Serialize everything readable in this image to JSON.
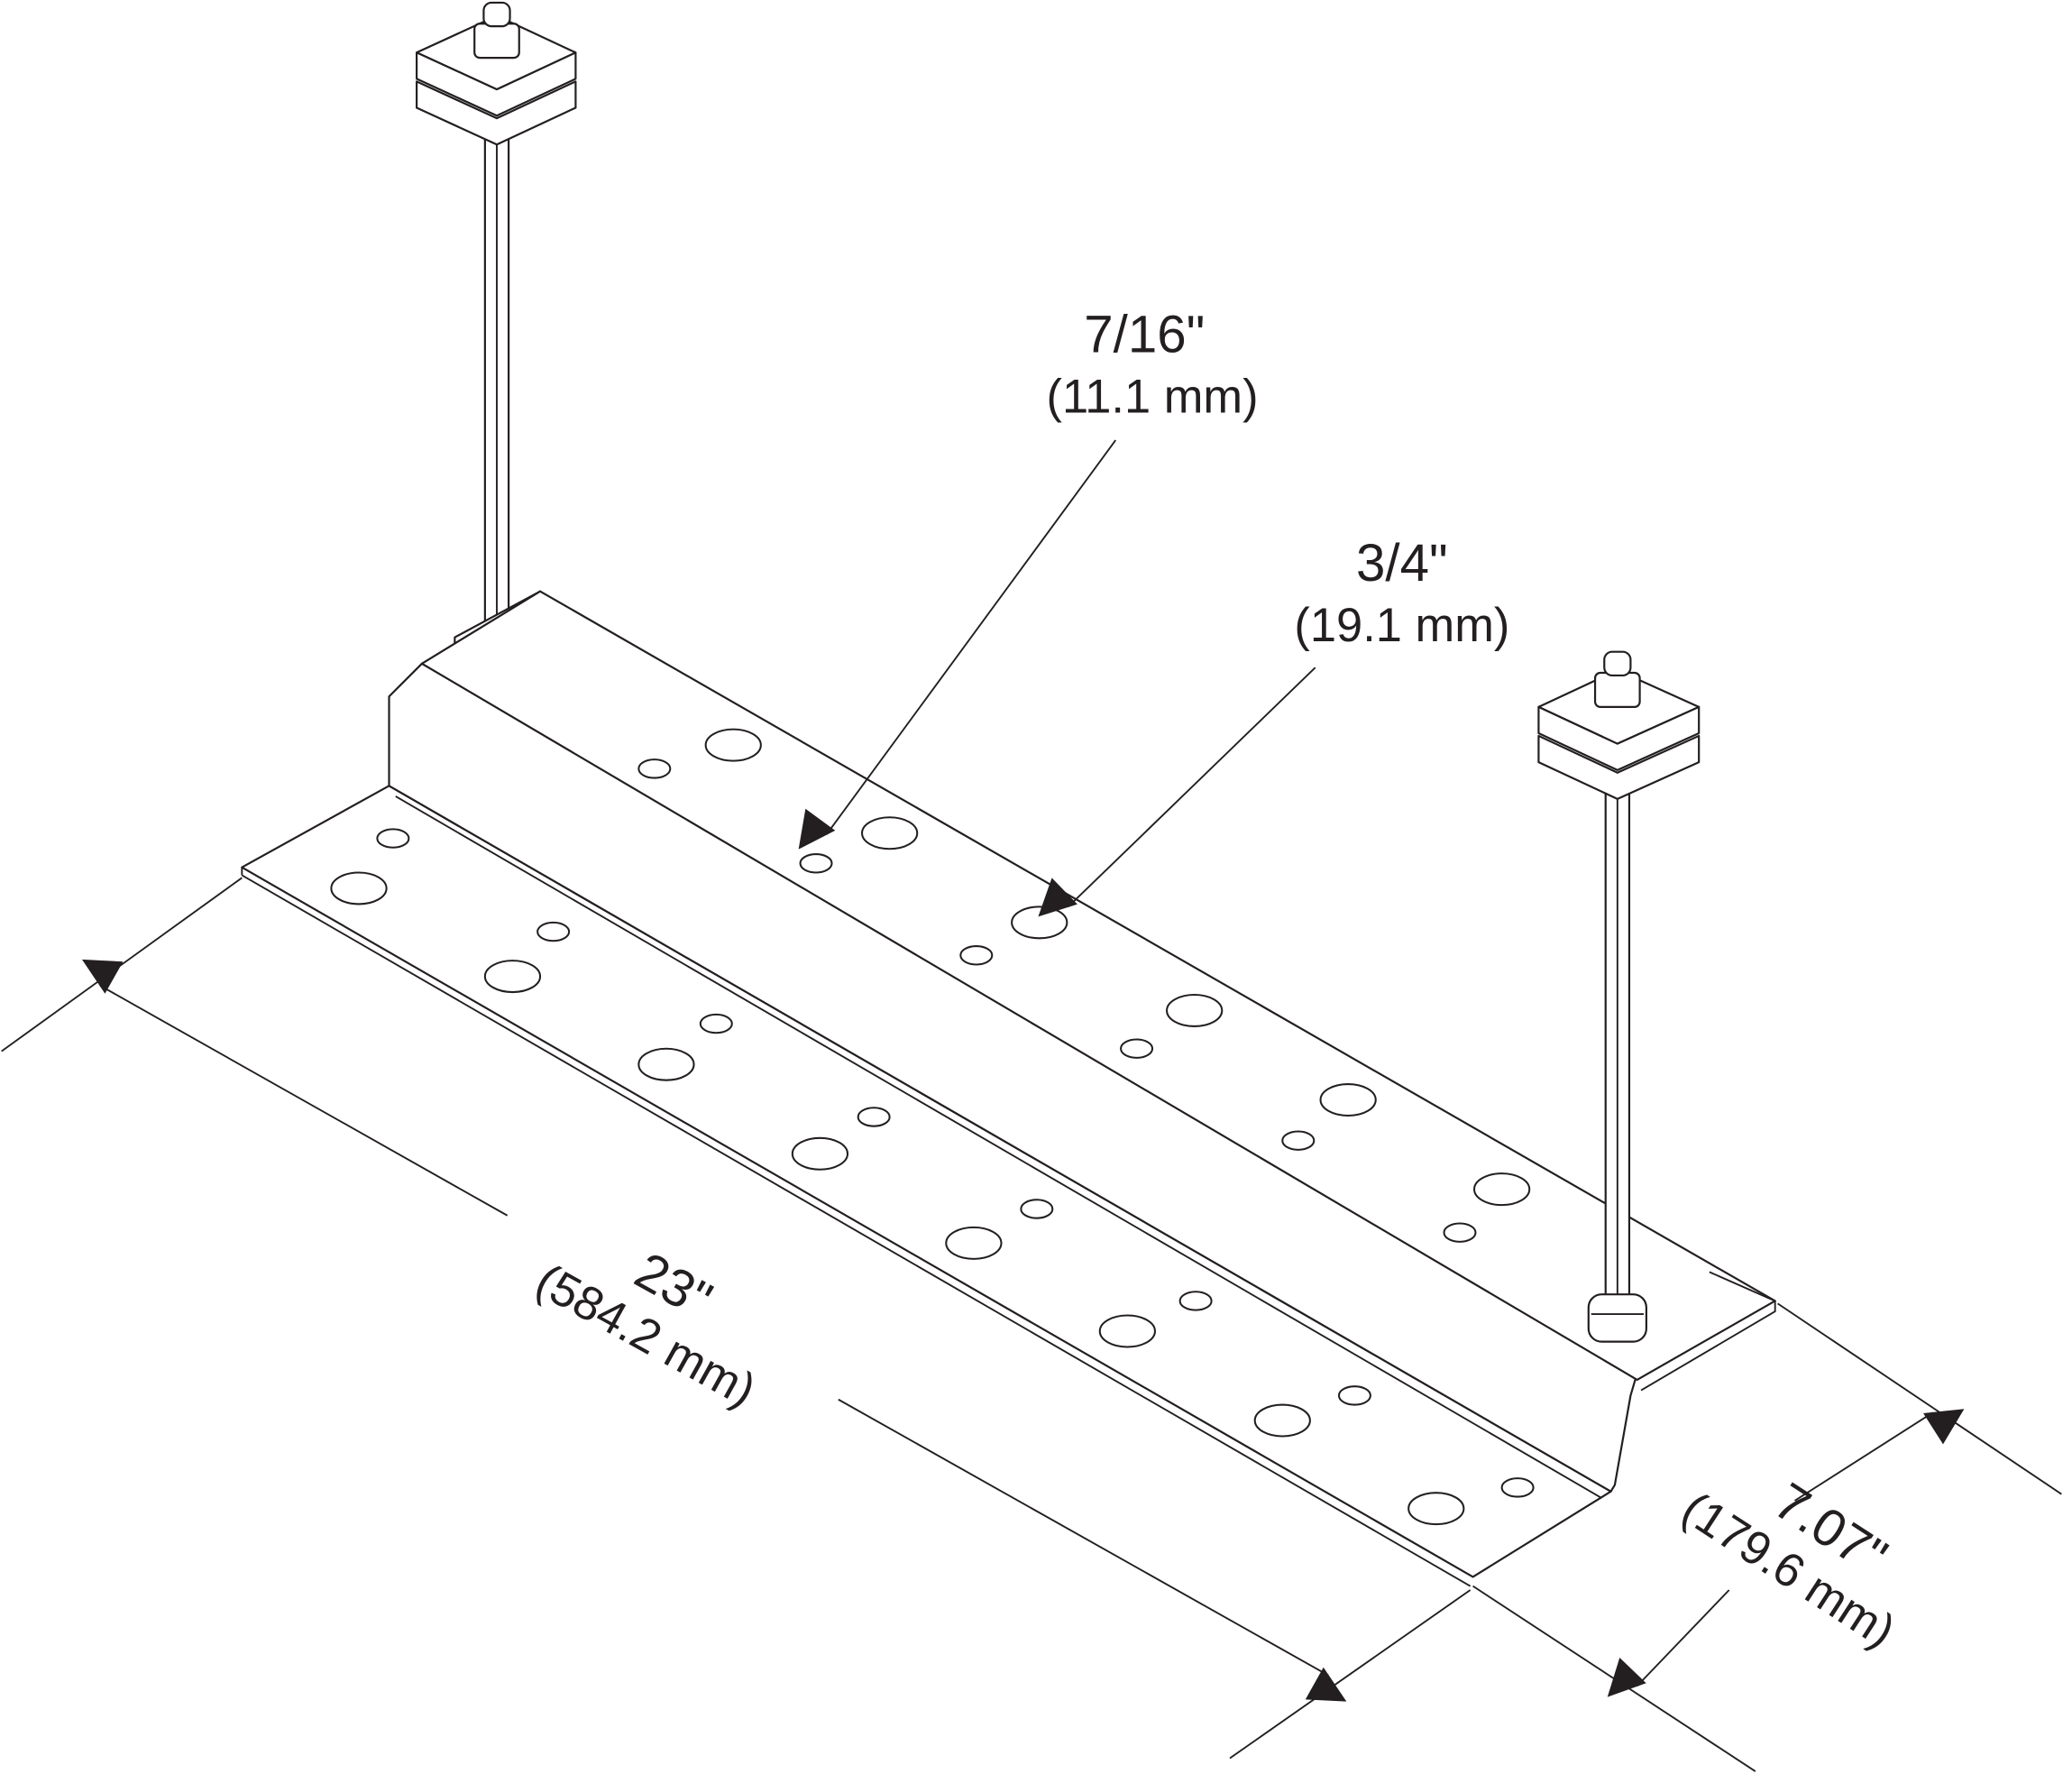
{
  "dimensions": {
    "small_hole": {
      "imperial": "7/16\"",
      "metric": "(11.1 mm)"
    },
    "large_hole": {
      "imperial": "3/4\"",
      "metric": "(19.1 mm)"
    },
    "length": {
      "imperial": "23\"",
      "metric": "(584.2 mm)"
    },
    "depth": {
      "imperial": "7.07\"",
      "metric": "(179.6 mm)"
    }
  },
  "colors": {
    "line": "#231f20",
    "background": "#ffffff"
  }
}
